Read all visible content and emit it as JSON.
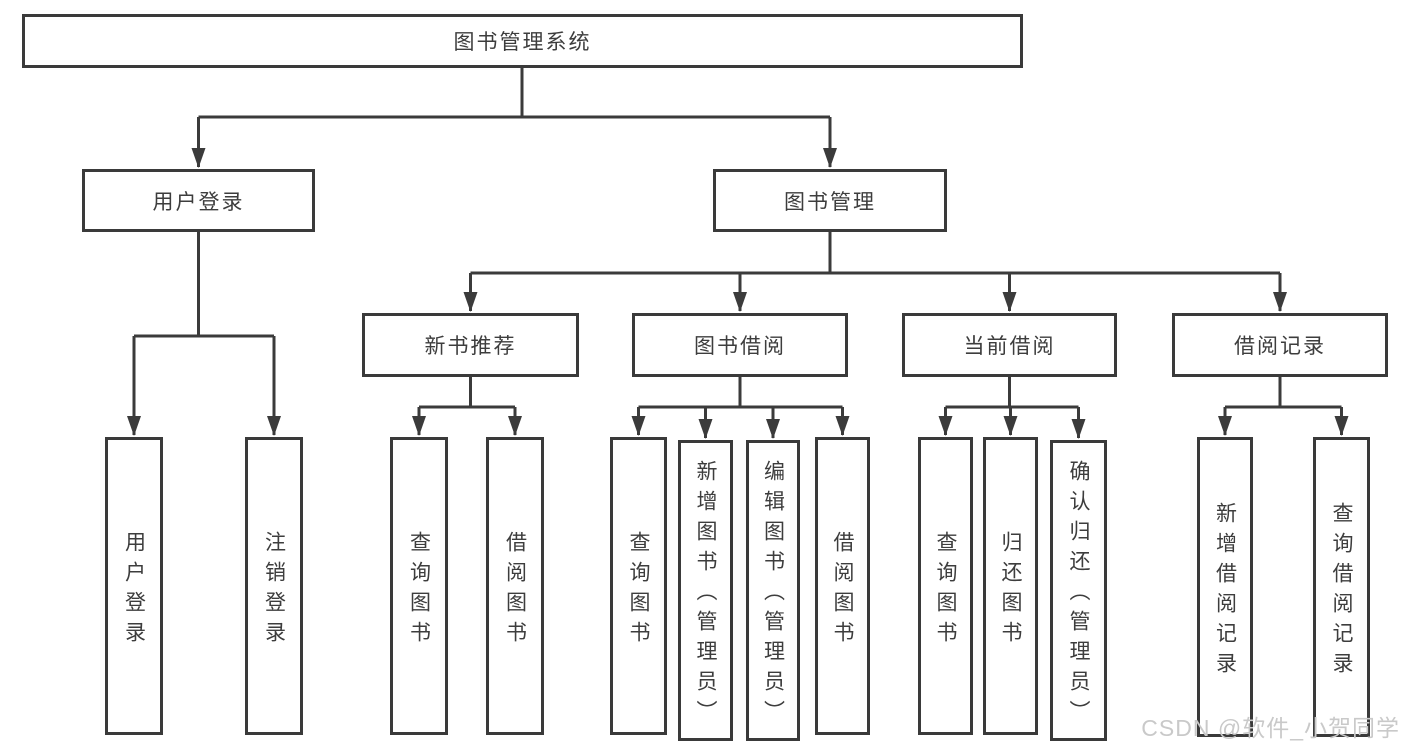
{
  "boxes": {
    "root": {
      "label": "图书管理系统"
    },
    "user_login": {
      "label": "用户登录"
    },
    "book_management": {
      "label": "图书管理"
    },
    "new_book_recommend": {
      "label": "新书推荐"
    },
    "book_borrow": {
      "label": "图书借阅"
    },
    "current_borrow": {
      "label": "当前借阅"
    },
    "borrow_record": {
      "label": "借阅记录"
    },
    "leaf_user_login": {
      "label": "用户登录"
    },
    "leaf_logout": {
      "label": "注销登录"
    },
    "leaf_recommend_query_book": {
      "label": "查询图书"
    },
    "leaf_recommend_borrow_book": {
      "label": "借阅图书"
    },
    "leaf_borrow_query_book": {
      "label": "查询图书"
    },
    "leaf_borrow_add_book": {
      "label": "新增图书（管理员）"
    },
    "leaf_borrow_edit_book": {
      "label": "编辑图书（管理员）"
    },
    "leaf_borrow_borrow_book": {
      "label": "借阅图书"
    },
    "leaf_current_query_book": {
      "label": "查询图书"
    },
    "leaf_current_return_book": {
      "label": "归还图书"
    },
    "leaf_current_confirm_return": {
      "label": "确认归还（管理员）"
    },
    "leaf_record_add_record": {
      "label": "新增借阅记录"
    },
    "leaf_record_query_record": {
      "label": "查询借阅记录"
    }
  },
  "watermark": {
    "text": "CSDN @软件_小贺同学"
  },
  "colors": {
    "line": "#3b3b3b",
    "border": "#3a3a3a",
    "text": "#3d3d3d",
    "watermark": "#c9c9c9",
    "background": "#ffffff"
  }
}
